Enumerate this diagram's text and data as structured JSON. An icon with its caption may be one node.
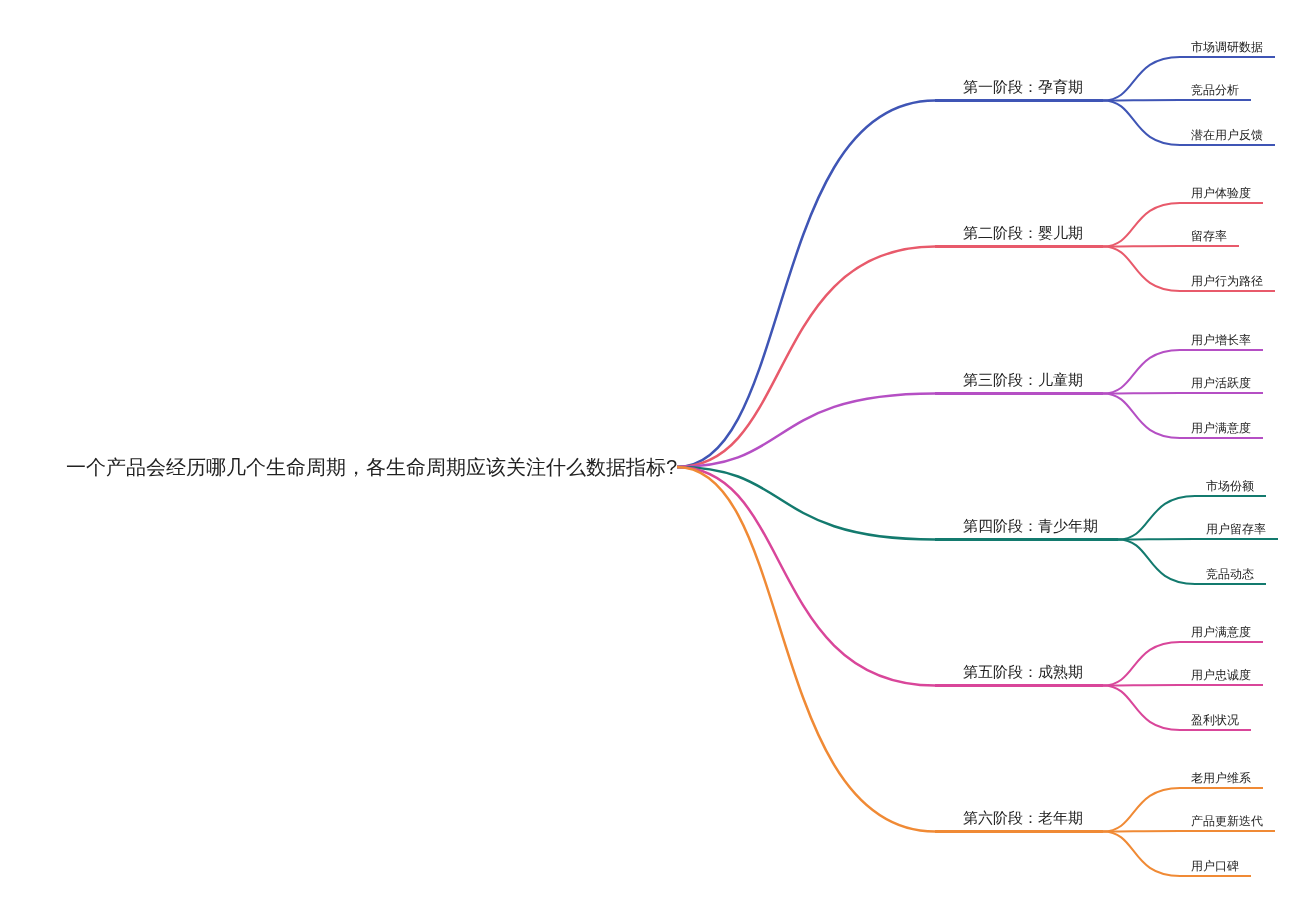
{
  "diagram": {
    "nodes": [
      {
        "text": [
          "一个产品会经历哪几个生命周期，各生命周期应该关注什么数据指标?"
        ]
      },
      {
        "text": [
          "第一阶段：孕育期"
        ]
      },
      {
        "text": [
          "市场调研数据"
        ]
      },
      {
        "text": [
          "竞品分析"
        ]
      },
      {
        "text": [
          "潜在用户反馈"
        ]
      },
      {
        "text": [
          "第二阶段：婴儿期"
        ]
      },
      {
        "text": [
          "用户体验度"
        ]
      },
      {
        "text": [
          "留存率"
        ]
      },
      {
        "text": [
          "用户行为路径"
        ]
      },
      {
        "text": [
          "第三阶段：儿童期"
        ]
      },
      {
        "text": [
          "用户增长率"
        ]
      },
      {
        "text": [
          "用户活跃度"
        ]
      },
      {
        "text": [
          "用户满意度"
        ]
      },
      {
        "text": [
          "第四阶段：青少年期"
        ]
      },
      {
        "text": [
          "市场份额"
        ]
      },
      {
        "text": [
          "用户留存率"
        ]
      },
      {
        "text": [
          "竞品动态"
        ]
      },
      {
        "text": [
          "第五阶段：成熟期"
        ]
      },
      {
        "text": [
          "用户满意度"
        ]
      },
      {
        "text": [
          "用户忠诚度"
        ]
      },
      {
        "text": [
          "盈利状况"
        ]
      },
      {
        "text": [
          "第六阶段：老年期"
        ]
      },
      {
        "text": [
          "老用户维系"
        ]
      },
      {
        "text": [
          "产品更新迭代"
        ]
      },
      {
        "text": [
          "用户口碑"
        ]
      }
    ],
    "edges": [
      {
        "from": 0,
        "to": 1,
        "arrow": "none",
        "color": "#3f55b5"
      },
      {
        "from": 1,
        "to": 2,
        "arrow": "none",
        "color": "#3f55b5"
      },
      {
        "from": 1,
        "to": 3,
        "arrow": "none",
        "color": "#3f55b5"
      },
      {
        "from": 1,
        "to": 4,
        "arrow": "none",
        "color": "#3f55b5"
      },
      {
        "from": 0,
        "to": 5,
        "arrow": "none",
        "color": "#e85a6b"
      },
      {
        "from": 5,
        "to": 6,
        "arrow": "none",
        "color": "#e85a6b"
      },
      {
        "from": 5,
        "to": 7,
        "arrow": "none",
        "color": "#e85a6b"
      },
      {
        "from": 5,
        "to": 8,
        "arrow": "none",
        "color": "#e85a6b"
      },
      {
        "from": 0,
        "to": 9,
        "arrow": "none",
        "color": "#b54fc4"
      },
      {
        "from": 9,
        "to": 10,
        "arrow": "none",
        "color": "#b54fc4"
      },
      {
        "from": 9,
        "to": 11,
        "arrow": "none",
        "color": "#b54fc4"
      },
      {
        "from": 9,
        "to": 12,
        "arrow": "none",
        "color": "#b54fc4"
      },
      {
        "from": 0,
        "to": 13,
        "arrow": "none",
        "color": "#137a6e"
      },
      {
        "from": 13,
        "to": 14,
        "arrow": "none",
        "color": "#137a6e"
      },
      {
        "from": 13,
        "to": 15,
        "arrow": "none",
        "color": "#137a6e"
      },
      {
        "from": 13,
        "to": 16,
        "arrow": "none",
        "color": "#137a6e"
      },
      {
        "from": 0,
        "to": 17,
        "arrow": "none",
        "color": "#d9469a"
      },
      {
        "from": 17,
        "to": 18,
        "arrow": "none",
        "color": "#d9469a"
      },
      {
        "from": 17,
        "to": 19,
        "arrow": "none",
        "color": "#d9469a"
      },
      {
        "from": 17,
        "to": 20,
        "arrow": "none",
        "color": "#d9469a"
      },
      {
        "from": 0,
        "to": 21,
        "arrow": "none",
        "color": "#f08a35"
      },
      {
        "from": 21,
        "to": 22,
        "arrow": "none",
        "color": "#f08a35"
      },
      {
        "from": 21,
        "to": 23,
        "arrow": "none",
        "color": "#f08a35"
      },
      {
        "from": 21,
        "to": 24,
        "arrow": "none",
        "color": "#f08a35"
      }
    ]
  }
}
